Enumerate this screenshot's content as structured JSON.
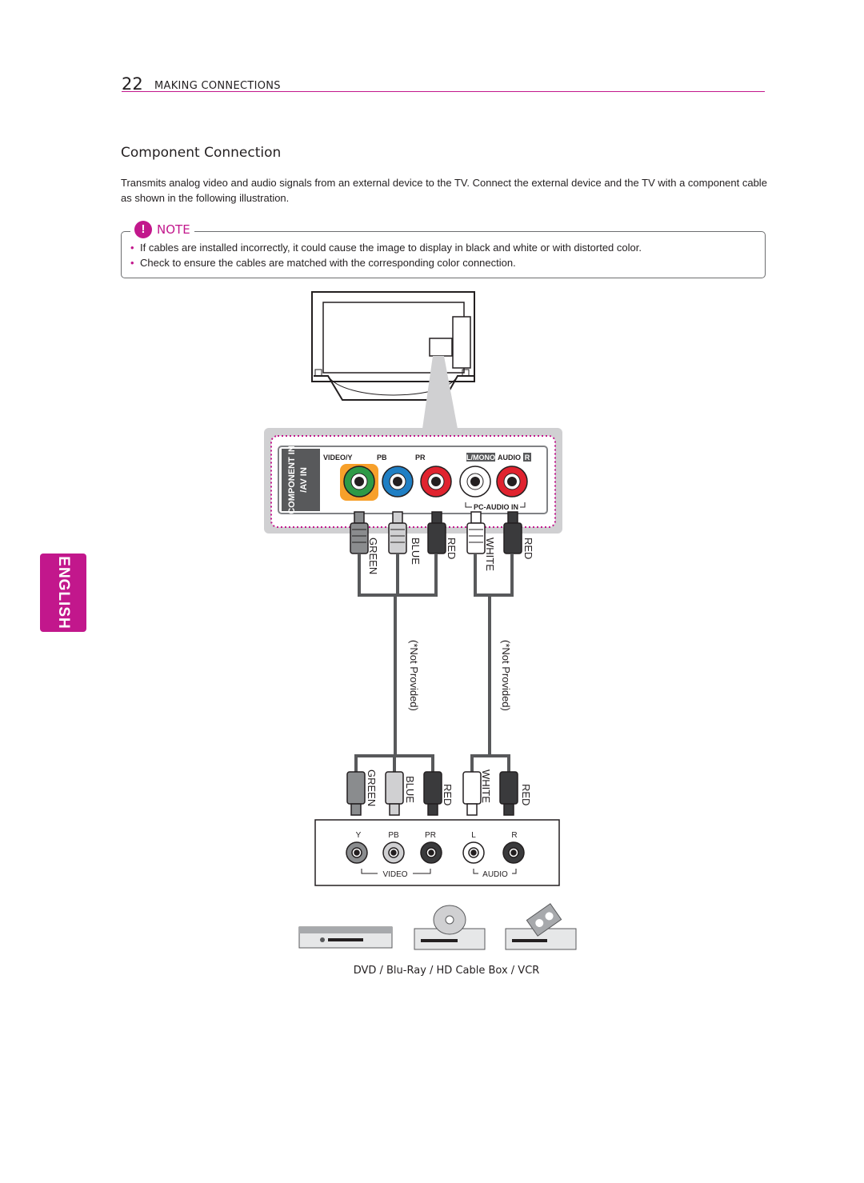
{
  "header": {
    "page_number": "22",
    "section": "MAKING CONNECTIONS"
  },
  "title": "Component Connection",
  "intro": "Transmits analog video and audio signals from an external device to the TV. Connect the external device and the TV with a component cable as shown in the following illustration.",
  "note": {
    "label": "NOTE",
    "items": [
      "If cables are installed incorrectly, it could cause the image to display in black and white or with distorted color.",
      "Check to ensure the cables are matched with the corresponding color connection."
    ]
  },
  "side_tab": "ENGLISH",
  "tv_panel": {
    "panel_title_1": "COMPONENT IN",
    "panel_title_2": "/AV IN",
    "video_y": "VIDEO/Y",
    "pb": "PB",
    "pr": "PR",
    "lmono": "L/MONO",
    "audio": "AUDIO",
    "r": "R",
    "pc_audio_in": "PC-AUDIO IN"
  },
  "cable_top_labels": [
    "GREEN",
    "BLUE",
    "RED",
    "WHITE",
    "RED"
  ],
  "not_provided": "(*Not Provided)",
  "cable_bottom_labels": [
    "GREEN",
    "BLUE",
    "RED",
    "WHITE",
    "RED"
  ],
  "device_panel": {
    "y": "Y",
    "pb": "PB",
    "pr": "PR",
    "l": "L",
    "r": "R",
    "video": "VIDEO",
    "audio": "AUDIO"
  },
  "caption": "DVD / Blu-Ray / HD Cable Box / VCR",
  "colors": {
    "accent": "#c2178c",
    "green": "#2e9a47",
    "blue": "#1f7fc4",
    "red": "#e0232f",
    "orange": "#f7a02a"
  }
}
